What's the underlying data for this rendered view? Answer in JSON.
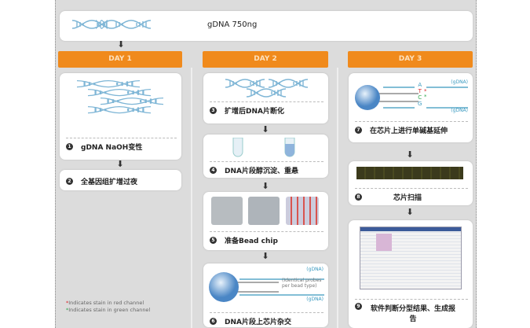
{
  "top": {
    "label": "gDNA 750ng"
  },
  "days": [
    "DAY 1",
    "DAY 2",
    "DAY 3"
  ],
  "steps": [
    {
      "num": "1",
      "label": "gDNA NaOH变性"
    },
    {
      "num": "2",
      "label": "全基因组扩增过夜"
    },
    {
      "num": "3",
      "label": "扩增后DNA片断化"
    },
    {
      "num": "4",
      "label": "DNA片段醇沉淀、重悬"
    },
    {
      "num": "5",
      "label": "准备Bead chip"
    },
    {
      "num": "6",
      "label": "DNA片段上芯片杂交"
    },
    {
      "num": "7",
      "label": "在芯片上进行单碱基延伸"
    },
    {
      "num": "8",
      "label": "芯片扫描"
    },
    {
      "num": "9",
      "label": "软件判断分型结果、生成报告"
    }
  ],
  "probe6": {
    "gdna_top": "(gDNA)",
    "probes": "(Identical probes per bead type)",
    "gdna_bottom": "(gDNA)"
  },
  "probe7": {
    "gdna_top": "(gDNA)",
    "gdna_bottom": "(gDNA)",
    "bases": [
      "A",
      "T",
      "C",
      "G"
    ],
    "marks": [
      "*",
      "*"
    ]
  },
  "legend": {
    "red": "Indicates stain in red channel",
    "green": "Indicates stain in green channel",
    "star": "*"
  },
  "colors": {
    "orange": "#f08a1c",
    "red": "#d9262b",
    "green": "#2fa84f",
    "dna": "#7fb6d6"
  }
}
